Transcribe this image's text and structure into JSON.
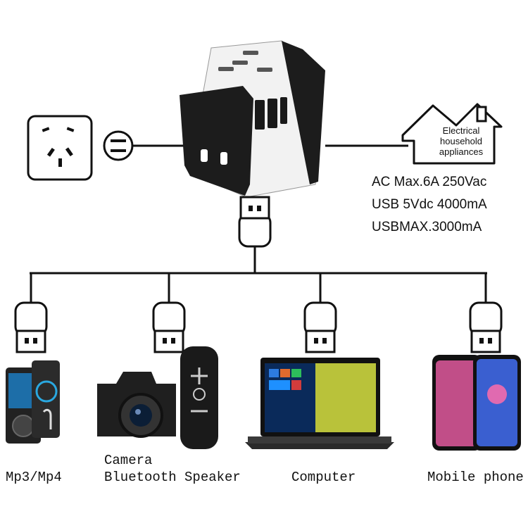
{
  "appliance": {
    "line1": "Electrical",
    "line2": "household",
    "line3": "appliances"
  },
  "specs": {
    "ac": "AC Max.6A 250Vac",
    "usb": "USB 5Vdc 4000mA",
    "usbmax": "USBMAX.3000mA"
  },
  "devices": {
    "mp3": "Mp3/Mp4",
    "camera": "Camera",
    "speaker": "Bluetooth Speaker",
    "computer": "Computer",
    "phone": "Mobile phone"
  },
  "colors": {
    "line": "#111111",
    "adapter_body": "#f2f2f2",
    "adapter_dark": "#1c1c1c"
  }
}
